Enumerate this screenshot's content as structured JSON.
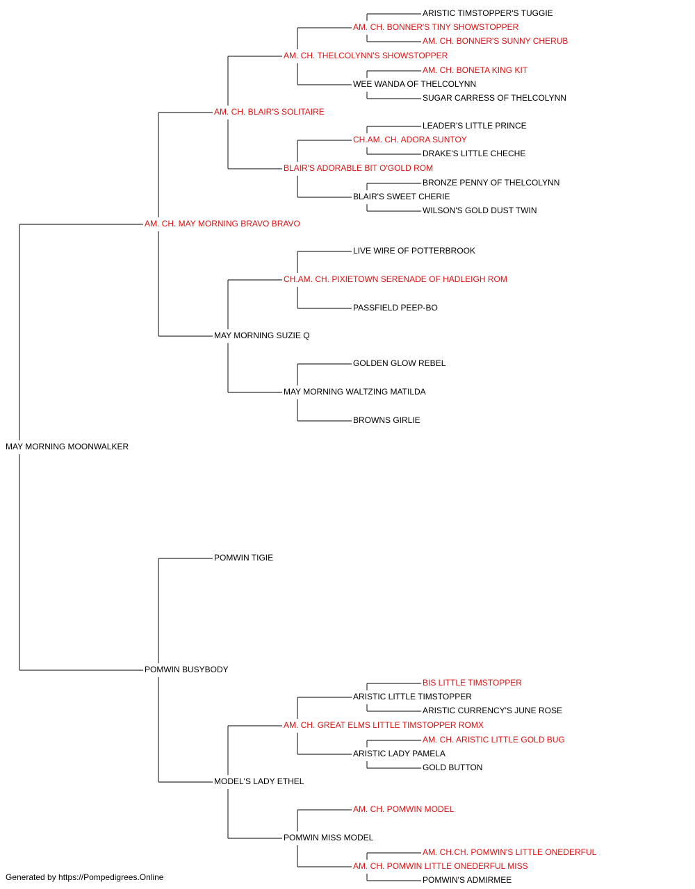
{
  "colors": {
    "champion": "#dd1111",
    "normal": "#000000",
    "connector": "#333333"
  },
  "pedigree": {
    "name": "MAY MORNING MOONWALKER",
    "champion": false,
    "sire": {
      "name": "AM. CH. MAY MORNING BRAVO BRAVO",
      "champion": true,
      "sire": {
        "name": "AM. CH. BLAIR'S SOLITAIRE",
        "champion": true,
        "sire": {
          "name": "AM. CH. THELCOLYNN'S SHOWSTOPPER",
          "champion": true,
          "sire": {
            "name": "AM. CH. BONNER'S TINY SHOWSTOPPER",
            "champion": true,
            "sire": {
              "name": "ARISTIC TIMSTOPPER'S TUGGIE",
              "champion": false
            },
            "dam": {
              "name": "AM. CH. BONNER'S SUNNY CHERUB",
              "champion": true
            }
          },
          "dam": {
            "name": "WEE WANDA OF THELCOLYNN",
            "champion": false,
            "sire": {
              "name": "AM. CH. BONETA KING KIT",
              "champion": true
            },
            "dam": {
              "name": "SUGAR CARRESS OF THELCOLYNN",
              "champion": false
            }
          }
        },
        "dam": {
          "name": "BLAIR'S ADORABLE BIT O'GOLD ROM",
          "champion": true,
          "sire": {
            "name": "CH.AM. CH. ADORA SUNTOY",
            "champion": true,
            "sire": {
              "name": "LEADER'S LITTLE PRINCE",
              "champion": false
            },
            "dam": {
              "name": "DRAKE'S LITTLE CHECHE",
              "champion": false
            }
          },
          "dam": {
            "name": "BLAIR'S SWEET CHERIE",
            "champion": false,
            "sire": {
              "name": "BRONZE PENNY OF THELCOLYNN",
              "champion": false
            },
            "dam": {
              "name": "WILSON'S GOLD DUST TWIN",
              "champion": false
            }
          }
        }
      },
      "dam": {
        "name": "MAY MORNING SUZIE Q",
        "champion": false,
        "sire": {
          "name": "CH.AM. CH. PIXIETOWN SERENADE OF HADLEIGH ROM",
          "champion": true,
          "sire": {
            "name": "LIVE WIRE OF POTTERBROOK",
            "champion": false
          },
          "dam": {
            "name": "PASSFIELD PEEP-BO",
            "champion": false
          }
        },
        "dam": {
          "name": "MAY MORNING WALTZING MATILDA",
          "champion": false,
          "sire": {
            "name": "GOLDEN GLOW REBEL",
            "champion": false
          },
          "dam": {
            "name": "BROWNS GIRLIE",
            "champion": false
          }
        }
      }
    },
    "dam": {
      "name": "POMWIN BUSYBODY",
      "champion": false,
      "sire": {
        "name": "POMWIN TIGIE",
        "champion": false
      },
      "dam": {
        "name": "MODEL'S LADY ETHEL",
        "champion": false,
        "sire": {
          "name": "AM. CH. GREAT ELMS LITTLE TIMSTOPPER ROMX",
          "champion": true,
          "sire": {
            "name": "ARISTIC LITTLE TIMSTOPPER",
            "champion": false,
            "sire": {
              "name": "BIS LITTLE TIMSTOPPER",
              "champion": true
            },
            "dam": {
              "name": "ARISTIC CURRENCY'S JUNE ROSE",
              "champion": false
            }
          },
          "dam": {
            "name": "ARISTIC LADY PAMELA",
            "champion": false,
            "sire": {
              "name": "AM. CH. ARISTIC LITTLE GOLD BUG",
              "champion": true
            },
            "dam": {
              "name": "GOLD BUTTON",
              "champion": false
            }
          }
        },
        "dam": {
          "name": "POMWIN MISS MODEL",
          "champion": false,
          "sire": {
            "name": "AM. CH. POMWIN MODEL",
            "champion": true
          },
          "dam": {
            "name": "AM. CH. POMWIN LITTLE ONEDERFUL MISS",
            "champion": true,
            "sire": {
              "name": "AM. CH.CH. POMWIN'S LITTLE ONEDERFUL",
              "champion": true
            },
            "dam": {
              "name": "POMWIN'S ADMIRMEE",
              "champion": false
            }
          }
        }
      }
    }
  },
  "footer": {
    "text": "Generated by https://Pompedigrees.Online"
  }
}
